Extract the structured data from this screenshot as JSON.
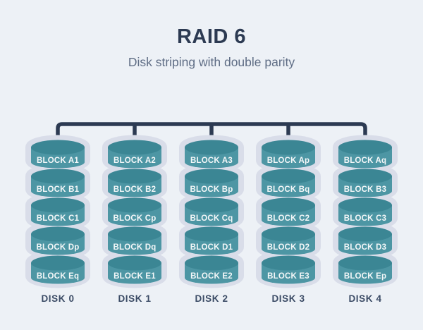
{
  "header": {
    "title": "RAID 6",
    "subtitle": "Disk striping with double parity"
  },
  "diagram": {
    "type": "raid-array",
    "disks": [
      {
        "label": "DISK 0",
        "blocks": [
          "BLOCK A1",
          "BLOCK B1",
          "BLOCK C1",
          "BLOCK Dp",
          "BLOCK Eq"
        ]
      },
      {
        "label": "DISK 1",
        "blocks": [
          "BLOCK A2",
          "BLOCK B2",
          "BLOCK Cp",
          "BLOCK Dq",
          "BLOCK E1"
        ]
      },
      {
        "label": "DISK 2",
        "blocks": [
          "BLOCK A3",
          "BLOCK Bp",
          "BLOCK Cq",
          "BLOCK D1",
          "BLOCK E2"
        ]
      },
      {
        "label": "DISK 3",
        "blocks": [
          "BLOCK Ap",
          "BLOCK Bq",
          "BLOCK C2",
          "BLOCK D2",
          "BLOCK E3"
        ]
      },
      {
        "label": "DISK 4",
        "blocks": [
          "BLOCK Aq",
          "BLOCK B3",
          "BLOCK C3",
          "BLOCK D3",
          "BLOCK Ep"
        ]
      }
    ]
  },
  "colors": {
    "background": "#edf1f6",
    "cylinder_body": "#4d96a4",
    "cylinder_top_rim": "#3b8694",
    "cylinder_outline": "#d9dde9",
    "connector_line": "#2c3a52",
    "title_text": "#2c3a52",
    "subtitle_text": "#5f6d85",
    "disk_label_text": "#3c4c66",
    "block_text": "#f3f7f8"
  }
}
